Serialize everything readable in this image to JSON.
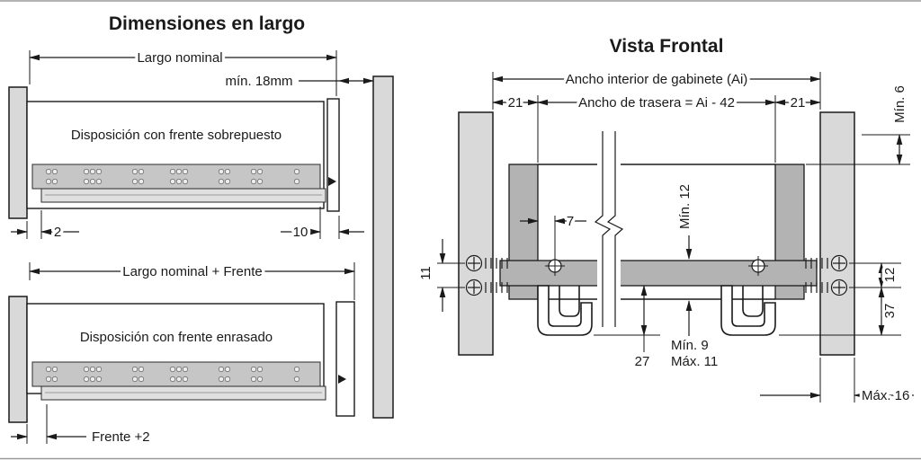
{
  "left": {
    "title": "Dimensiones en largo",
    "largo_nominal": "Largo nominal",
    "min_18mm": "mín. 18mm",
    "overlay_label": "Disposición con frente sobrepuesto",
    "dim_2": "2",
    "dim_10": "10",
    "largo_nominal_frente": "Largo nominal + Frente",
    "flush_label": "Disposición con frente enrasado",
    "frente_mas_2": "Frente +2"
  },
  "right": {
    "title": "Vista Frontal",
    "ancho_interior": "Ancho interior de gabinete (Ai)",
    "gap_left_21": "21",
    "ancho_trasera": "Ancho de trasera = Ai - 42",
    "gap_right_21": "21",
    "min_6": "Mín. 6",
    "dim_7": "7",
    "min_12": "Mín. 12",
    "dim_11": "11",
    "dim_12": "12",
    "dim_37": "37",
    "dim_27": "27",
    "min_9": "Mín. 9",
    "max_11": "Máx. 11",
    "max_16": "Máx. 16"
  },
  "colors": {
    "line": "#1a1a1a",
    "wall": "#d9d9d9",
    "component": "#b3b3b3",
    "rail": "#c6c6c6"
  }
}
